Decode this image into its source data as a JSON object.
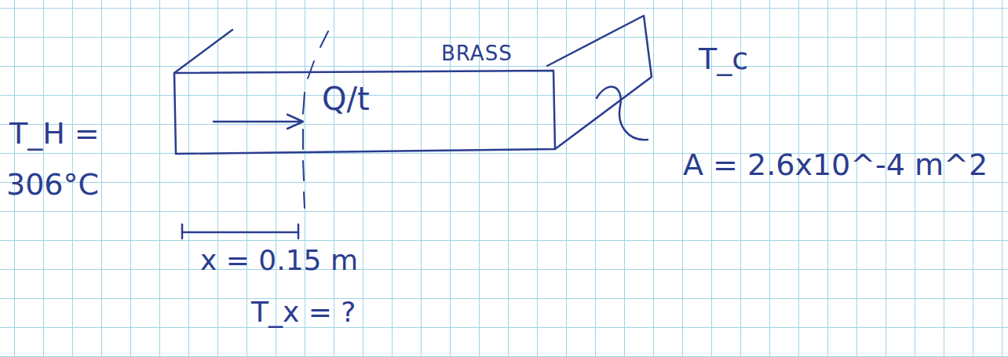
{
  "diagram": {
    "nodes": [
      {
        "text": [
          "BRASS",
          "Q/t"
        ]
      }
    ],
    "labels": [
      "T_H =",
      "306°C",
      "T_c",
      "A = 2.6x10^-4 m^2",
      "x = 0.15 m",
      "T_x = ?"
    ]
  }
}
